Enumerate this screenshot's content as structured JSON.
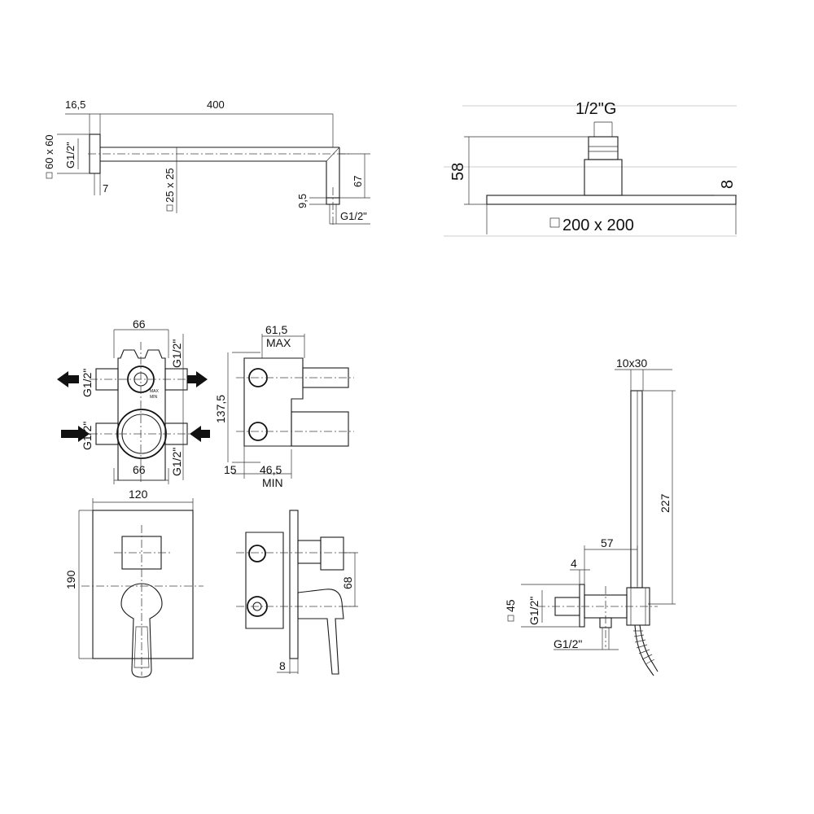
{
  "shower_arm": {
    "dim_wall_offset": "16,5",
    "dim_length": "400",
    "dim_flange": "60 x 60",
    "dim_flange_thread": "G1/2\"",
    "dim_flange_depth": "7",
    "dim_tube": "25 x 25",
    "dim_outlet_height": "67",
    "dim_outlet_stub": "9,5",
    "dim_outlet_thread": "G1/2\""
  },
  "shower_head": {
    "dim_thread": "1/2\"G",
    "dim_height": "58",
    "dim_thickness": "8",
    "dim_size": "200 x 200"
  },
  "mixer_body": {
    "dim_width_top": "66",
    "dim_width_bottom": "66",
    "dim_port_tl": "G1/2\"",
    "dim_port_bl": "G1/2\"",
    "dim_port_tr": "G1/2\"",
    "dim_port_br": "G1/2\"",
    "dim_height": "137,5",
    "dim_depth_max": "61,5",
    "label_max": "MAX",
    "dim_base": "15",
    "dim_depth_min": "46,5",
    "label_min": "MIN",
    "plate_label_1": "MAX",
    "plate_label_2": "MIN"
  },
  "mixer_plate": {
    "dim_width": "120",
    "dim_height": "190",
    "dim_projection": "68",
    "dim_plate_thickness": "8"
  },
  "hand_shower": {
    "dim_handle": "10x30",
    "dim_length": "227",
    "dim_offset": "57",
    "dim_flange_depth": "4",
    "dim_flange": "45",
    "dim_inlet_thread": "G1/2\"",
    "dim_hose_thread": "G1/2\""
  }
}
